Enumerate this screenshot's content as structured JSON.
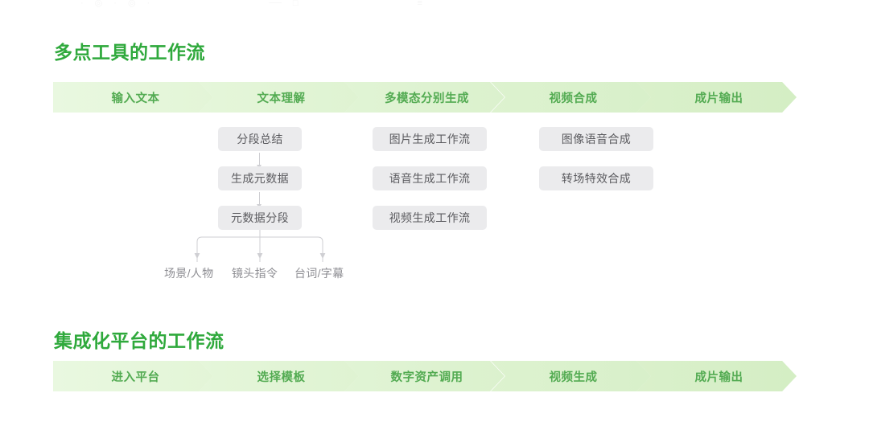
{
  "top_crop": {
    "glyphs": [
      "·",
      "◎",
      "·",
      "◎",
      "·",
      "──",
      "□",
      "≡"
    ]
  },
  "colors": {
    "heading_green": "#2fa93c",
    "chevron_text_green": "#53ab52",
    "chevron_fill_light": "#e8f7df",
    "chevron_fill_dark": "#d6eec7",
    "box_bg": "#ebebed",
    "box_text": "#5b5b5f",
    "connector": "#cfcfd3",
    "leaf_text": "#8e8e93",
    "page_bg": "#ffffff"
  },
  "sections": [
    {
      "id": "multi-tool",
      "title": "多点工具的工作流",
      "chevron_steps": [
        {
          "label": "输入文本"
        },
        {
          "label": "文本理解"
        },
        {
          "label": "多模态分别生成"
        },
        {
          "label": "视频合成"
        },
        {
          "label": "成片输出"
        }
      ],
      "columns": [
        {
          "name": "text-understanding-column",
          "boxes": [
            {
              "label": "分段总结"
            },
            {
              "label": "生成元数据"
            },
            {
              "label": "元数据分段"
            }
          ],
          "branch_leaves": [
            {
              "label": "场景/人物"
            },
            {
              "label": "镜头指令"
            },
            {
              "label": "台词/字幕"
            }
          ]
        },
        {
          "name": "multimodal-generation-column",
          "boxes": [
            {
              "label": "图片生成工作流"
            },
            {
              "label": "语音生成工作流"
            },
            {
              "label": "视频生成工作流"
            }
          ],
          "branch_leaves": []
        },
        {
          "name": "video-composition-column",
          "boxes": [
            {
              "label": "图像语音合成"
            },
            {
              "label": "转场特效合成"
            }
          ],
          "branch_leaves": []
        }
      ]
    },
    {
      "id": "integrated-platform",
      "title": "集成化平台的工作流",
      "chevron_steps": [
        {
          "label": "进入平台"
        },
        {
          "label": "选择模板"
        },
        {
          "label": "数字资产调用"
        },
        {
          "label": "视频生成"
        },
        {
          "label": "成片输出"
        }
      ]
    }
  ]
}
